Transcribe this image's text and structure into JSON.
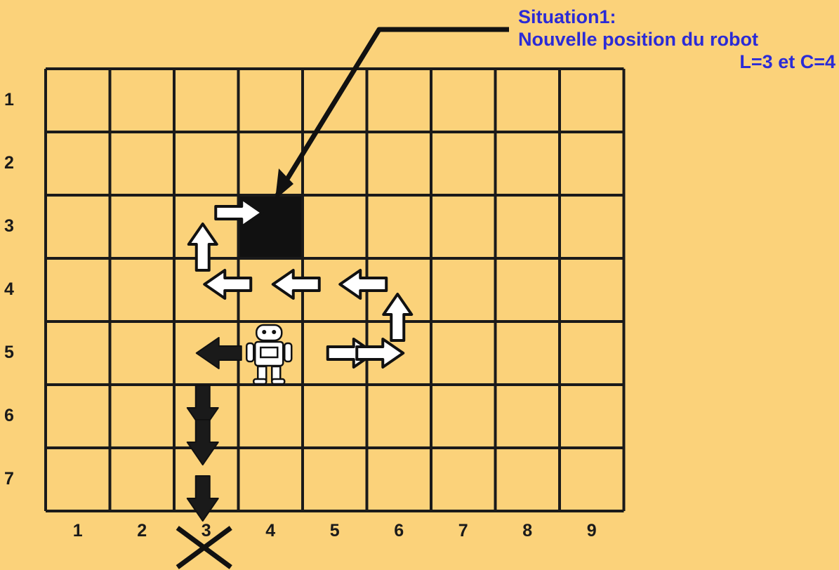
{
  "caption": {
    "line1": "Situation1:",
    "line2": "Nouvelle position du robot",
    "line3": "L=3 et C=4"
  },
  "grid": {
    "rows": 7,
    "cols": 9,
    "row_labels": [
      "1",
      "2",
      "3",
      "4",
      "5",
      "6",
      "7"
    ],
    "col_labels": [
      "1",
      "2",
      "3",
      "4",
      "5",
      "6",
      "7",
      "8",
      "9"
    ]
  },
  "filled_cell": {
    "row": 3,
    "col": 4
  },
  "robot": {
    "row": 5,
    "col": 4
  },
  "moves": [
    {
      "name": "arrow-right-row5-col5",
      "dir": "right",
      "style": "outline",
      "row": 5,
      "col": 5
    },
    {
      "name": "arrow-right-row5-col6",
      "dir": "right",
      "style": "outline",
      "row": 5,
      "col": 6
    },
    {
      "name": "arrow-up-row4-col6",
      "dir": "up",
      "style": "outline",
      "row": 4,
      "col": 6
    },
    {
      "name": "arrow-left-row4-col6",
      "dir": "left",
      "style": "outline",
      "row": 4,
      "col": 6
    },
    {
      "name": "arrow-left-row4-col5",
      "dir": "left",
      "style": "outline",
      "row": 4,
      "col": 5
    },
    {
      "name": "arrow-left-row4-col4",
      "dir": "left",
      "style": "outline",
      "row": 4,
      "col": 4
    },
    {
      "name": "arrow-up-row3-col3",
      "dir": "up",
      "style": "outline",
      "row": 3,
      "col": 3
    },
    {
      "name": "arrow-right-row3-col4",
      "dir": "right",
      "style": "outline",
      "row": 3,
      "col": 4
    },
    {
      "name": "arrow-left-row5-col3",
      "dir": "left",
      "style": "solid",
      "row": 5,
      "col": 3
    },
    {
      "name": "arrow-down-row6-col3",
      "dir": "down",
      "style": "solid",
      "row": 6,
      "col": 3
    },
    {
      "name": "arrow-down-row7-col3",
      "dir": "down",
      "style": "solid",
      "row": 7,
      "col": 3
    },
    {
      "name": "arrow-down-row7b-col3",
      "dir": "down",
      "style": "solid",
      "row": 7,
      "col": 3
    }
  ],
  "exit_mark": {
    "col": 3,
    "symbol": "X"
  },
  "colors": {
    "background": "#fbd27a",
    "caption": "#2b2bd6",
    "grid_line": "#1a1a1a",
    "outline_arrow_fill": "#ffffff",
    "solid_arrow_fill": "#1a1a1a"
  }
}
